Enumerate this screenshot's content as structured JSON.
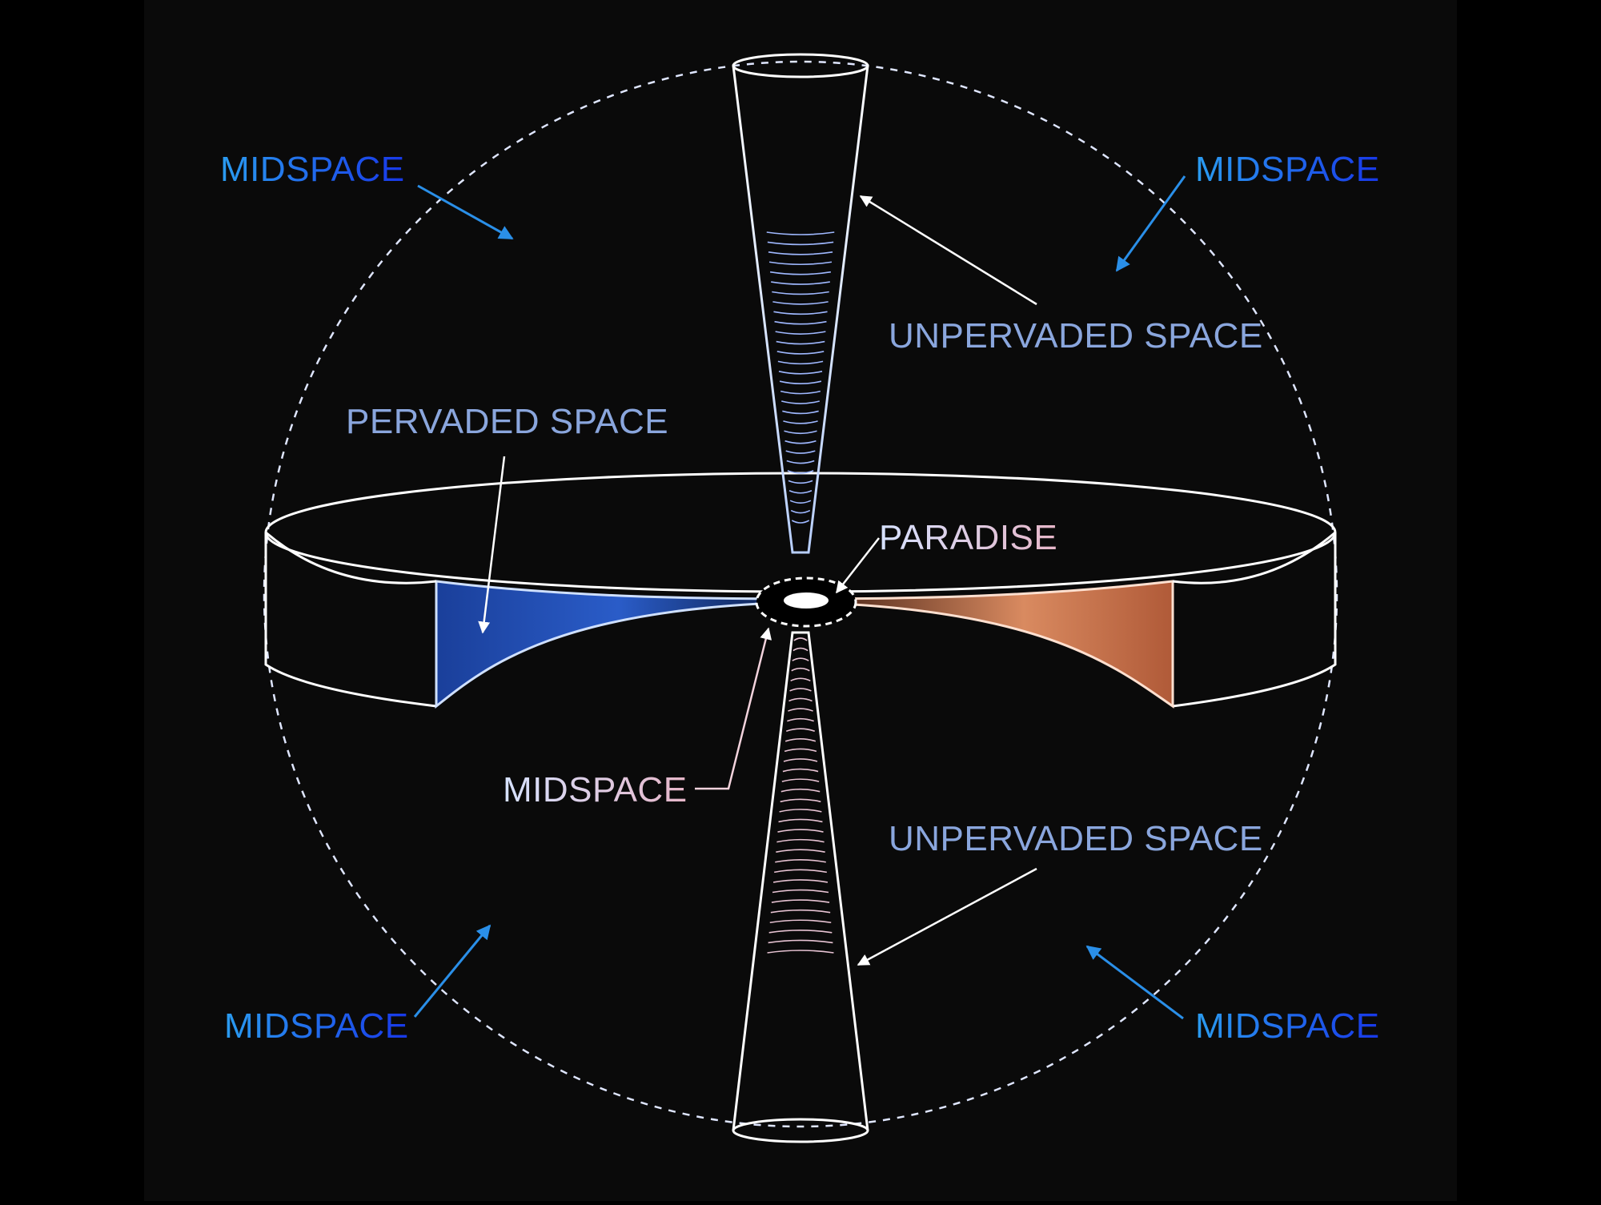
{
  "labels": {
    "midspace_top_left": "MIDSPACE",
    "midspace_top_right": "MIDSPACE",
    "midspace_bottom_left": "MIDSPACE",
    "midspace_bottom_right": "MIDSPACE",
    "midspace_center": "MIDSPACE",
    "unpervaded_top": "UNPERVADED SPACE",
    "unpervaded_bottom": "UNPERVADED SPACE",
    "pervaded": "PERVADED SPACE",
    "paradise": "PARADISE"
  },
  "colors": {
    "background": "#000000",
    "frame": "#0a0a0a",
    "outline": "#ffffff",
    "midspace_arrow": "#2a8fe8",
    "pervaded_blue": "#1d4fb8",
    "pervaded_orange": "#d9895e"
  }
}
